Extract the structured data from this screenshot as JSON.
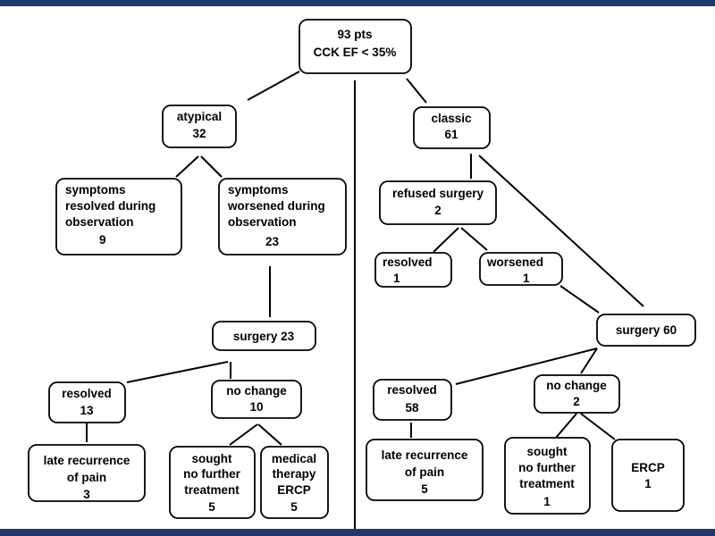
{
  "colors": {
    "frame": "#1f3a68",
    "ink": "#000000",
    "background": "#ffffff"
  },
  "nodes": [
    {
      "id": "root",
      "lines": [
        "93 pts",
        "CCK EF < 35%"
      ]
    },
    {
      "id": "atypical",
      "lines": [
        "atypical",
        "32"
      ]
    },
    {
      "id": "classic",
      "lines": [
        "classic",
        "61"
      ]
    },
    {
      "id": "sym-resolved",
      "lines": [
        "symptoms",
        "resolved during",
        "observation",
        "9"
      ]
    },
    {
      "id": "sym-worsened",
      "lines": [
        "symptoms",
        "worsened during",
        "observation",
        "23"
      ]
    },
    {
      "id": "refused-surgery",
      "lines": [
        "refused surgery",
        "2"
      ]
    },
    {
      "id": "ref-resolved",
      "lines": [
        "resolved",
        "1"
      ]
    },
    {
      "id": "ref-worsened",
      "lines": [
        "worsened",
        "1"
      ]
    },
    {
      "id": "surgery-left",
      "lines": [
        "surgery  23"
      ]
    },
    {
      "id": "surgery-right",
      "lines": [
        "surgery  60"
      ]
    },
    {
      "id": "left-resolved",
      "lines": [
        "resolved",
        "13"
      ]
    },
    {
      "id": "left-nochange",
      "lines": [
        "no change",
        "10"
      ]
    },
    {
      "id": "right-resolved",
      "lines": [
        "resolved",
        "58"
      ]
    },
    {
      "id": "right-nochange",
      "lines": [
        "no change",
        "2"
      ]
    },
    {
      "id": "left-late",
      "lines": [
        "late recurrence",
        "of pain",
        "3"
      ]
    },
    {
      "id": "left-sought",
      "lines": [
        "sought",
        "no further",
        "treatment",
        "5"
      ]
    },
    {
      "id": "left-medical",
      "lines": [
        "medical",
        "therapy",
        "ERCP",
        "5"
      ]
    },
    {
      "id": "right-late",
      "lines": [
        "late recurrence",
        "of pain",
        "5"
      ]
    },
    {
      "id": "right-sought",
      "lines": [
        "sought",
        "no further",
        "treatment",
        "1"
      ]
    },
    {
      "id": "right-ercp",
      "lines": [
        "ERCP",
        "1"
      ]
    }
  ]
}
